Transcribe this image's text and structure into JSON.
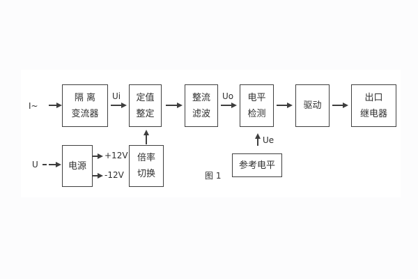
{
  "figure": {
    "caption": "图 1",
    "inputs": {
      "current": "I~",
      "voltage": "U"
    },
    "signals": {
      "ui": "Ui",
      "uo": "Uo",
      "ue": "Ue",
      "pos12": "+12V",
      "neg12": "-12V"
    },
    "blocks": {
      "isolation": {
        "line1": "隔 离",
        "line2": "变流器"
      },
      "setting": {
        "line1": "定值",
        "line2": "整定"
      },
      "rectify": {
        "line1": "整流",
        "line2": "滤波"
      },
      "level": {
        "line1": "电平",
        "line2": "检测"
      },
      "drive": {
        "line1": "驱动"
      },
      "relay": {
        "line1": "出口",
        "line2": "继电器"
      },
      "power": {
        "line1": "电源"
      },
      "ratio": {
        "line1": "倍率",
        "line2": "切换"
      },
      "reference": {
        "line1": "参考电平"
      }
    }
  },
  "colors": {
    "line": "#3e3e3e",
    "text": "#2e2e2e",
    "background": "#fcfcfd",
    "panel": "#ffffff"
  }
}
